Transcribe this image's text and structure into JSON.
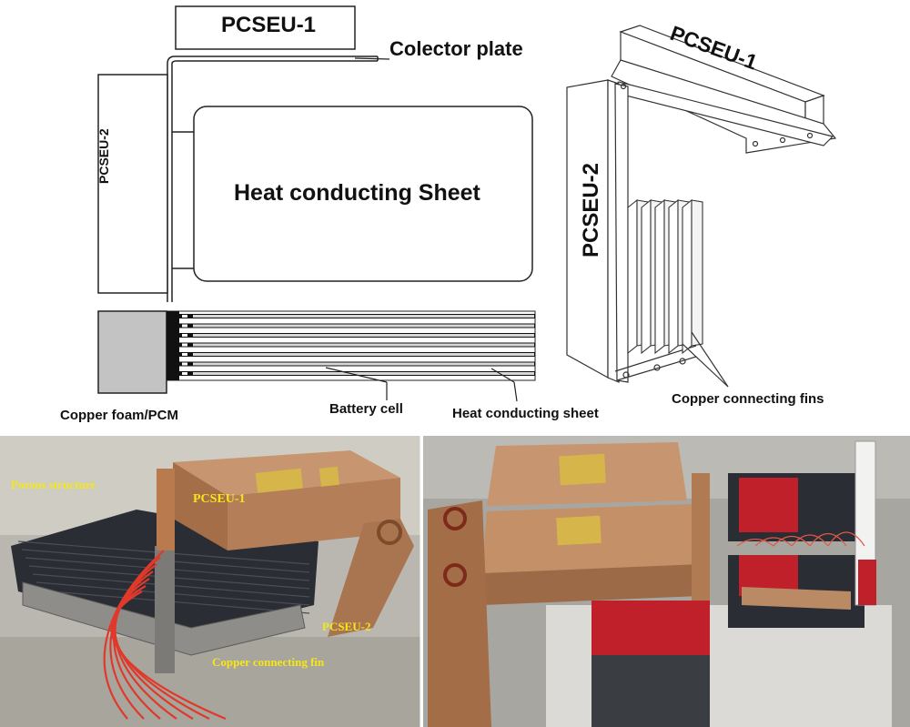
{
  "schematic_2d": {
    "pcseu1_label": "PCSEU-1",
    "collector_label": "Colector plate",
    "pcseu2_label": "PCSEU-2",
    "sheet_label": "Heat conducting Sheet",
    "copper_foam_label": "Copper foam/PCM",
    "battery_cell_label": "Battery cell",
    "heat_sheet_label": "Heat conducting sheet"
  },
  "schematic_3d": {
    "pcseu1_label": "PCSEU-1",
    "pcseu2_label": "PCSEU-2",
    "fins_label": "Copper connecting fins"
  },
  "photo_left": {
    "porous_label": "Porous structure",
    "pcseu1_label": "PCSEU-1",
    "pcseu2_label": "PCSEU-2",
    "fin_label": "Copper connecting fin",
    "label_color": "#f5e61a"
  },
  "colors": {
    "copper": "#b8825a",
    "copper_light": "#d9a87e",
    "tape": "#d6b64a",
    "wire_red": "#e0392b",
    "battery_dark": "#2a2d33"
  }
}
